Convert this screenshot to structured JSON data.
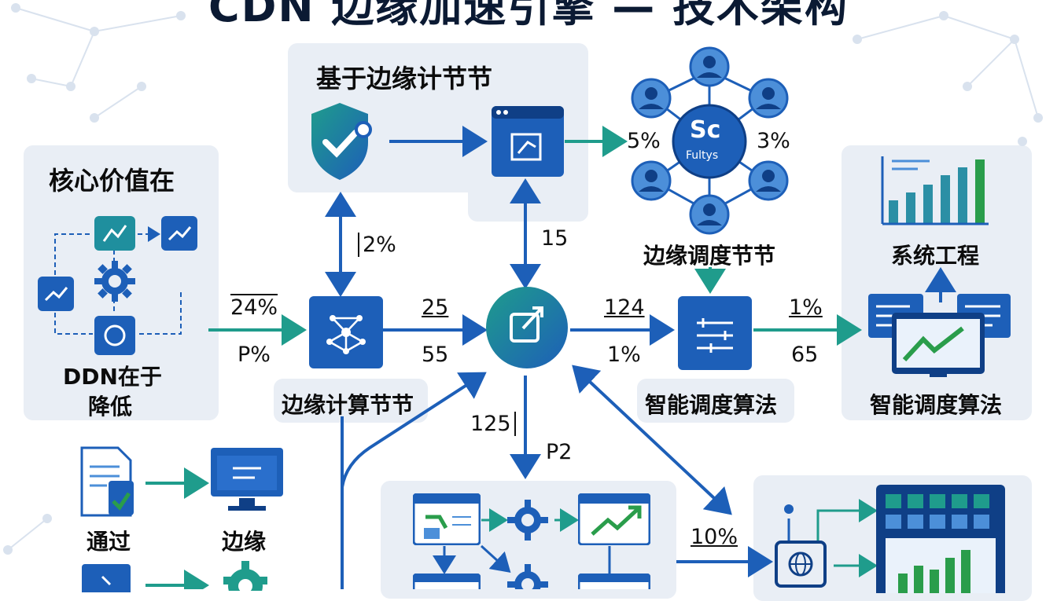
{
  "title": "CDN 边缘加速引擎 — 技术架构",
  "colors": {
    "primary_blue": "#1d5fb8",
    "teal": "#1f9c8c",
    "green": "#2a9d4b",
    "panel_bg": "#e9eef5",
    "dark_navy": "#0b1a33"
  },
  "labels": {
    "edge_node_top": "基于边缘计节节",
    "core_value": "核心价值在",
    "ddn_reduce_1": "DDN在于",
    "ddn_reduce_2": "降低",
    "edge_compute": "边缘计算节节",
    "edge_schedule": "边缘调度节节",
    "smart_algo_1": "智能调度算法",
    "smart_algo_2": "智能调度算法",
    "sys_engineering": "系统工程",
    "via": "通过",
    "edge": "边缘",
    "hub_badge_top": "Sc",
    "hub_badge_bottom": "Fultys"
  },
  "numbers": {
    "left_top": "24%",
    "left_bottom": "P%",
    "up_pct": "2%",
    "mid_top": "25",
    "mid_bottom": "55",
    "mid_up": "15",
    "hub_left": "5%",
    "hub_right": "3%",
    "right_top": "124",
    "right_bottom": "1%",
    "far_right_top": "1%",
    "far_right_bottom": "65",
    "down_left": "125",
    "down_right": "P2",
    "bottom_right": "10%"
  },
  "icons": [
    "shield-check-icon",
    "browser-chart-icon",
    "network-hub-icon",
    "nodes-icon",
    "edge-target-icon",
    "sliders-icon",
    "bar-chart-icon",
    "monitor-chart-icon",
    "gear-icon",
    "document-icon",
    "server-grid-icon",
    "globe-chip-icon"
  ]
}
